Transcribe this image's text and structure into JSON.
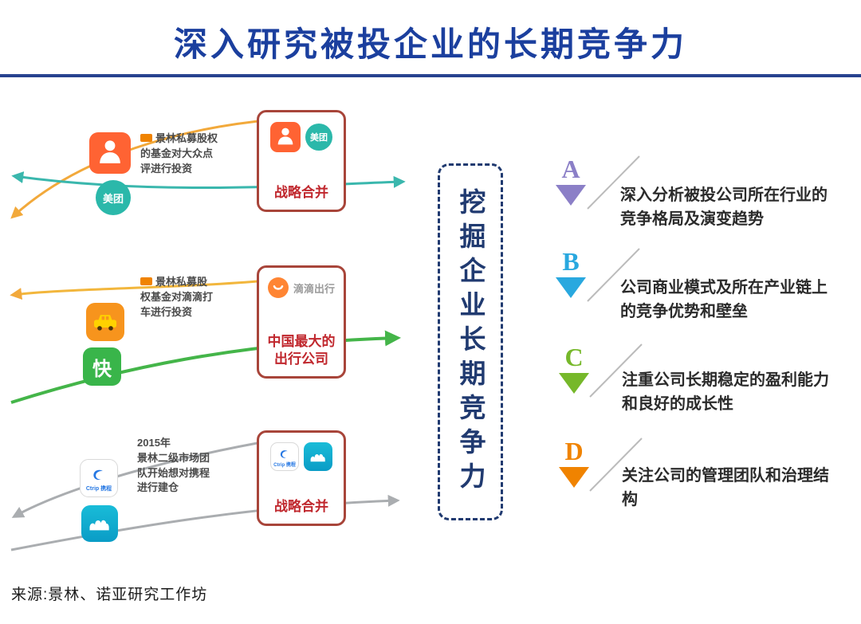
{
  "page": {
    "title": "深入研究被投企业的长期竞争力",
    "source": "来源:景林、诺亚研究工作坊"
  },
  "center": {
    "vertical_text": "挖掘企业长期竞争力"
  },
  "icons": {
    "meituan": "美团",
    "kuaidi": "快",
    "ctrip": "Ctrip 携程"
  },
  "cases": [
    {
      "note": "景林私募股权\n的基金对大众点\n评进行投资",
      "box": {
        "label": "战略合并"
      }
    },
    {
      "note": "景林私募股\n权基金对滴滴打\n车进行投资",
      "box": {
        "brand": "滴滴出行",
        "label": "中国最大的\n出行公司"
      }
    },
    {
      "note": "2015年\n景林二级市场团\n队开始想对携程\n进行建仓",
      "box": {
        "label": "战略合并"
      }
    }
  ],
  "points": [
    {
      "letter": "A",
      "color": "#8b7fc7",
      "text": "深入分析被投公司所在行业的竞争格局及演变趋势"
    },
    {
      "letter": "B",
      "color": "#29a8df",
      "text": "公司商业模式及所在产业链上的竞争优势和壁垒"
    },
    {
      "letter": "C",
      "color": "#76b82a",
      "text": "注重公司长期稳定的盈利能力和良好的成长性"
    },
    {
      "letter": "D",
      "color": "#f08300",
      "text": "关注公司的管理团队和治理结构"
    }
  ],
  "colors": {
    "title_blue": "#1b3f9e",
    "divider_blue": "#27428f",
    "navy": "#203a70",
    "box_border_red": "#a8453a",
    "box_text_red": "#c0272d",
    "arrow_teal": "#3ab7ad",
    "arrow_orange": "#f2a93b",
    "arrow_green": "#44b549",
    "arrow_gray": "#aaadb0"
  }
}
